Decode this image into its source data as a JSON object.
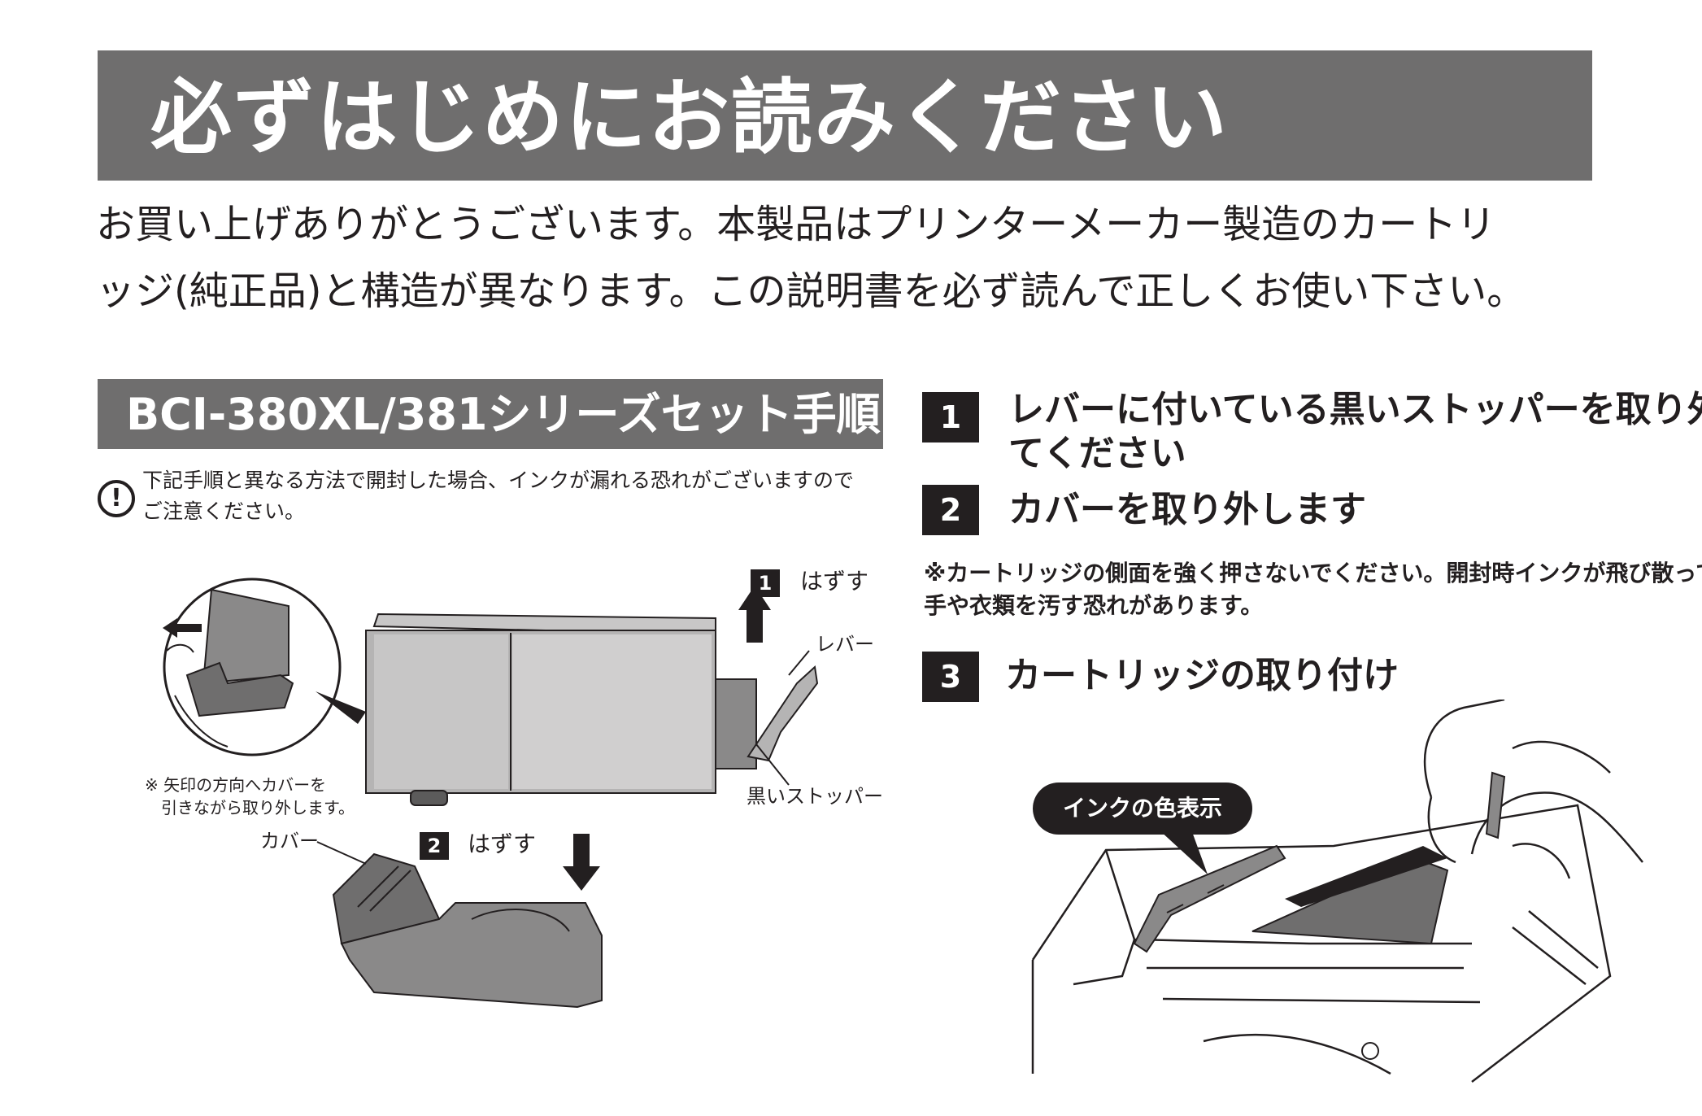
{
  "header": {
    "title": "必ずはじめにお読みください"
  },
  "intro": {
    "line1": "お買い上げありがとうございます。本製品はプリンターメーカー製造のカートリ",
    "line2": "ッジ(純正品)と構造が異なります。この説明書を必ず読んで正しくお使い下さい。"
  },
  "section": {
    "title": "BCI-380XL/381シリーズセット手順",
    "warning_icon": "exclamation-circle-icon",
    "warning_line1": "下記手順と異なる方法で開封した場合、インクが漏れる恐れがございますので",
    "warning_line2": "ご注意ください。"
  },
  "figure1": {
    "step1_num": "1",
    "step1_label": "はずす",
    "lever_label": "レバー",
    "stopper_label": "黒いストッパー",
    "note_line1": "※ 矢印の方向へカバーを",
    "note_line2": "引きながら取り外します。",
    "cover_label": "カバー",
    "step2_num": "2",
    "step2_label": "はずす"
  },
  "steps": [
    {
      "num": "1",
      "line1": "レバーに付いている黒いストッパーを取り外し",
      "line2": "てください"
    },
    {
      "num": "2",
      "line1": "カバーを取り外します"
    },
    {
      "num": "3",
      "line1": "カートリッジの取り付け"
    }
  ],
  "caution": {
    "line1": "※カートリッジの側面を強く押さないでください。開封時インクが飛び散って、",
    "line2": "手や衣類を汚す恐れがあります。"
  },
  "figure2": {
    "callout": "インクの色表示"
  }
}
